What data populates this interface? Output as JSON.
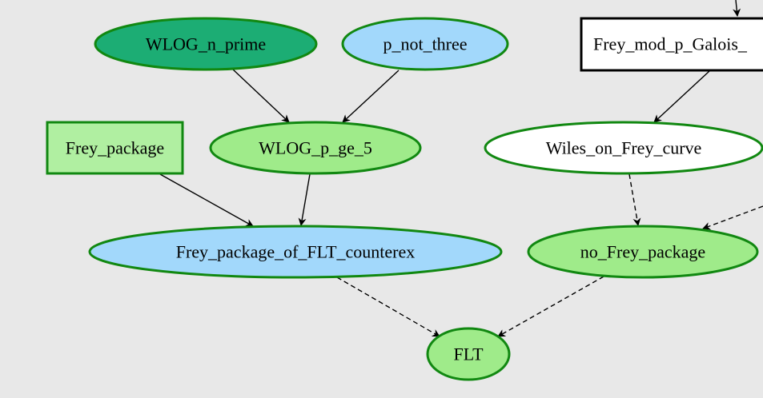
{
  "colors": {
    "background": "#e8e8e8",
    "green_border": "#118811",
    "dark_green_fill": "#1cad74",
    "blue_fill": "#a2d8fb",
    "light_green_fill": "#9feb8a",
    "pale_green_fill": "#b0efa1",
    "white_fill": "#ffffff",
    "black": "#000000"
  },
  "nodes": [
    {
      "id": "WLOG_n_prime",
      "label": "WLOG_n_prime",
      "shape": "ellipse",
      "fill": "dark_green"
    },
    {
      "id": "p_not_three",
      "label": "p_not_three",
      "shape": "ellipse",
      "fill": "blue"
    },
    {
      "id": "Frey_mod_p_Galois",
      "label": "Frey_mod_p_Galois_",
      "shape": "box",
      "fill": "white",
      "border": "black"
    },
    {
      "id": "Frey_package",
      "label": "Frey_package",
      "shape": "box",
      "fill": "pale_green"
    },
    {
      "id": "WLOG_p_ge_5",
      "label": "WLOG_p_ge_5",
      "shape": "ellipse",
      "fill": "light_green"
    },
    {
      "id": "Wiles_on_Frey_curve",
      "label": "Wiles_on_Frey_curve",
      "shape": "ellipse",
      "fill": "white"
    },
    {
      "id": "Frey_package_of_FLT_counterex",
      "label": "Frey_package_of_FLT_counterex",
      "shape": "ellipse",
      "fill": "blue"
    },
    {
      "id": "no_Frey_package",
      "label": "no_Frey_package",
      "shape": "ellipse",
      "fill": "light_green"
    },
    {
      "id": "FLT",
      "label": "FLT",
      "shape": "ellipse",
      "fill": "light_green"
    }
  ],
  "edges": [
    {
      "from": "offscreen-top",
      "to": "Frey_mod_p_Galois",
      "style": "solid"
    },
    {
      "from": "WLOG_n_prime",
      "to": "WLOG_p_ge_5",
      "style": "solid"
    },
    {
      "from": "p_not_three",
      "to": "WLOG_p_ge_5",
      "style": "solid"
    },
    {
      "from": "Frey_mod_p_Galois",
      "to": "Wiles_on_Frey_curve",
      "style": "solid"
    },
    {
      "from": "Frey_package",
      "to": "Frey_package_of_FLT_counterex",
      "style": "solid"
    },
    {
      "from": "WLOG_p_ge_5",
      "to": "Frey_package_of_FLT_counterex",
      "style": "solid"
    },
    {
      "from": "Wiles_on_Frey_curve",
      "to": "no_Frey_package",
      "style": "dashed"
    },
    {
      "from": "offscreen-right",
      "to": "no_Frey_package",
      "style": "dashed"
    },
    {
      "from": "Frey_package_of_FLT_counterex",
      "to": "FLT",
      "style": "dashed"
    },
    {
      "from": "no_Frey_package",
      "to": "FLT",
      "style": "dashed"
    }
  ]
}
